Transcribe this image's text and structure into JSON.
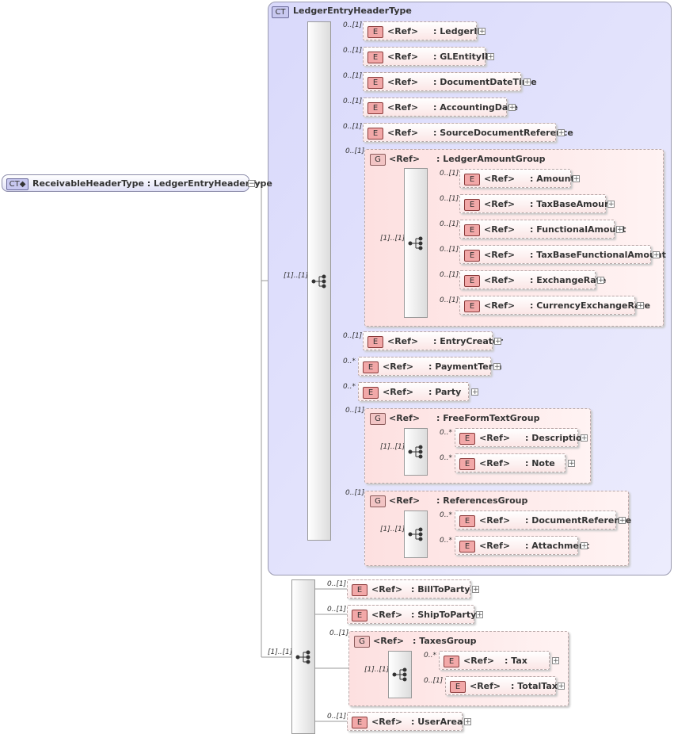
{
  "root": {
    "badge": "CT",
    "label": "ReceivableHeaderType : LedgerEntryHeaderType"
  },
  "ledger": {
    "badge": "CT",
    "title": "LedgerEntryHeaderType",
    "seq_card": "[1]..[1]",
    "items": {
      "ledgerid": {
        "card": "0..[1]",
        "name": ": LedgerID"
      },
      "glentityid": {
        "card": "0..[1]",
        "name": ": GLEntityID"
      },
      "documentdatetime": {
        "card": "0..[1]",
        "name": ": DocumentDateTime"
      },
      "accountingdate": {
        "card": "0..[1]",
        "name": ": AccountingDate"
      },
      "sourcedocumentreference": {
        "card": "0..[1]",
        "name": ": SourceDocumentReference"
      },
      "entrycreator": {
        "card": "0..[1]",
        "name": ": EntryCreator"
      },
      "paymentterm": {
        "card": "0..*",
        "name": ": PaymentTerm"
      },
      "party": {
        "card": "0..*",
        "name": ": Party"
      }
    },
    "amount_group": {
      "card": "0..[1]",
      "name": ": LedgerAmountGroup",
      "seq_card": "[1]..[1]",
      "items": {
        "amount": {
          "card": "0..[1]",
          "name": ": Amount"
        },
        "taxbaseamount": {
          "card": "0..[1]",
          "name": ": TaxBaseAmount"
        },
        "functionalamount": {
          "card": "0..[1]",
          "name": ": FunctionalAmount"
        },
        "taxbasefunctionalamount": {
          "card": "0..[1]",
          "name": ": TaxBaseFunctionalAmount"
        },
        "exchangerate": {
          "card": "0..[1]",
          "name": ": ExchangeRate"
        },
        "currencyexchangerate": {
          "card": "0..[1]",
          "name": ": CurrencyExchangeRate"
        }
      }
    },
    "freeform_group": {
      "card": "0..[1]",
      "name": ": FreeFormTextGroup",
      "seq_card": "[1]..[1]",
      "items": {
        "description": {
          "card": "0..*",
          "name": ": Description"
        },
        "note": {
          "card": "0..*",
          "name": ": Note"
        }
      }
    },
    "references_group": {
      "card": "0..[1]",
      "name": ": ReferencesGroup",
      "seq_card": "[1]..[1]",
      "items": {
        "documentreference": {
          "card": "0..*",
          "name": ": DocumentReference"
        },
        "attachment": {
          "card": "0..*",
          "name": ": Attachment"
        }
      }
    }
  },
  "ext": {
    "seq_card": "[1]..[1]",
    "items": {
      "billtoparty": {
        "card": "0..[1]",
        "name": ": BillToParty"
      },
      "shiptoparty": {
        "card": "0..[1]",
        "name": ": ShipToParty"
      },
      "userarea": {
        "card": "0..[1]",
        "name": ": UserArea"
      }
    },
    "taxes_group": {
      "card": "0..[1]",
      "name": ": TaxesGroup",
      "seq_card": "[1]..[1]",
      "items": {
        "tax": {
          "card": "0..*",
          "name": ": Tax"
        },
        "totaltax": {
          "card": "0..[1]",
          "name": ": TotalTax"
        }
      }
    }
  },
  "labels": {
    "ref": "<Ref>",
    "element_badge": "E",
    "group_badge": "G",
    "expand": "+",
    "collapse": "−"
  },
  "colors": {
    "ct_fill": "#dcdcfa",
    "element_fill": "#fbe6e6",
    "group_fill": "#fde0e0",
    "badge_e": "#f2a8a8"
  }
}
